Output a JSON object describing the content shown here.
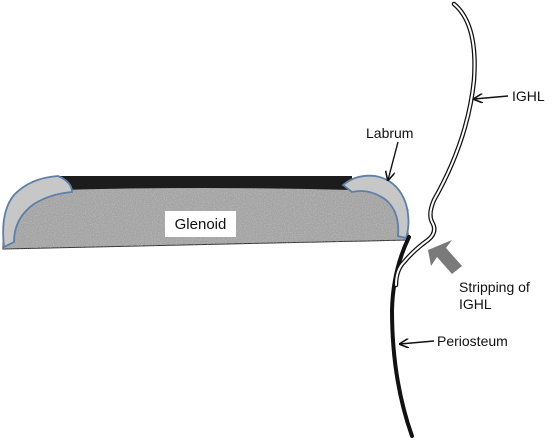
{
  "labels": {
    "glenoid": "Glenoid",
    "labrum": "Labrum",
    "ighl": "IGHL",
    "stripping_line1": "Stripping of",
    "stripping_line2": "IGHL",
    "periosteum": "Periosteum"
  },
  "colors": {
    "bone_fill": "#9a9a9a",
    "bone_speckle": "#5c5c5c",
    "cartilage_top": "#1c1c1c",
    "labrum_fill": "#bdbdbd",
    "labrum_edge": "#5d7fa8",
    "ligament": "#111111",
    "stripping_arrow": "#7a7a7a"
  }
}
